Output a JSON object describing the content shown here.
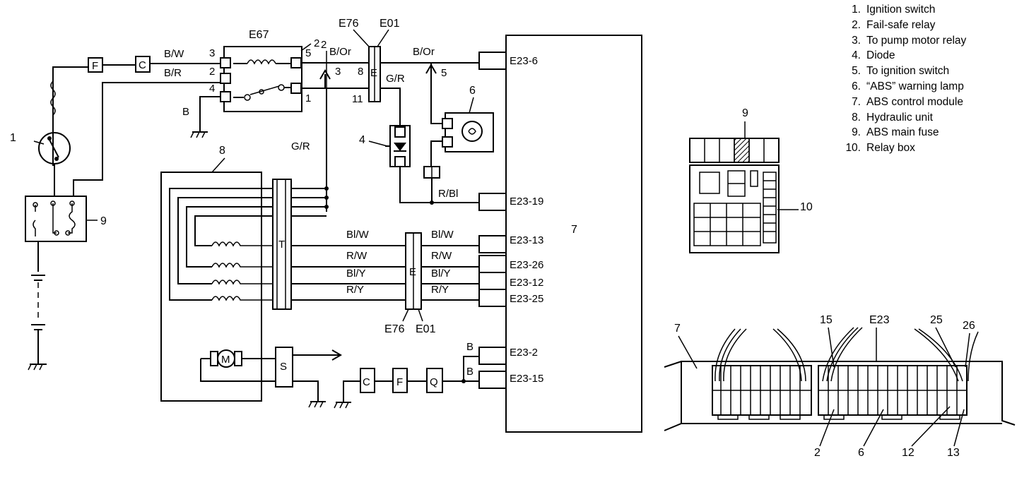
{
  "legend": [
    {
      "num": "1.",
      "text": "Ignition switch"
    },
    {
      "num": "2.",
      "text": "Fail-safe relay"
    },
    {
      "num": "3.",
      "text": "To pump motor relay"
    },
    {
      "num": "4.",
      "text": "Diode"
    },
    {
      "num": "5.",
      "text": "To ignition switch"
    },
    {
      "num": "6.",
      "text": "“ABS” warning lamp"
    },
    {
      "num": "7.",
      "text": "ABS control module"
    },
    {
      "num": "8.",
      "text": "Hydraulic unit"
    },
    {
      "num": "9.",
      "text": "ABS main fuse"
    },
    {
      "num": "10.",
      "text": "Relay box"
    }
  ],
  "callouts": {
    "n1": "1",
    "n2": "2",
    "n3": "3",
    "n4": "4",
    "n5": "5",
    "n6": "6",
    "n7": "7",
    "n8": "8",
    "n9": "9",
    "n10": "10"
  },
  "connectors": {
    "e67": "E67",
    "e76": "E76",
    "e01": "E01",
    "e23": "E23",
    "fuse_f": "F",
    "fuse_c": "C",
    "fuse_q": "Q",
    "block_e": "E",
    "block_t": "T",
    "block_s": "S",
    "motor_m": "M"
  },
  "wires": {
    "bw": "B/W",
    "br": "B/R",
    "b": "B",
    "bor": "B/Or",
    "gr": "G/R",
    "rbl": "R/Bl",
    "blw": "Bl/W",
    "rw": "R/W",
    "bly": "Bl/Y",
    "ry": "R/Y"
  },
  "pins": {
    "p3": "3",
    "p2": "2",
    "p4": "4",
    "p5": "5",
    "p1": "1",
    "p8": "8",
    "p11": "11"
  },
  "terminals": {
    "e23_6": "E23-6",
    "e23_19": "E23-19",
    "e23_13": "E23-13",
    "e23_26": "E23-26",
    "e23_12": "E23-12",
    "e23_25": "E23-25",
    "e23_2": "E23-2",
    "e23_15": "E23-15"
  },
  "connector_view": {
    "pin15": "15",
    "pin25": "25",
    "pin26": "26",
    "pin2": "2",
    "pin6": "6",
    "pin12": "12",
    "pin13": "13"
  }
}
